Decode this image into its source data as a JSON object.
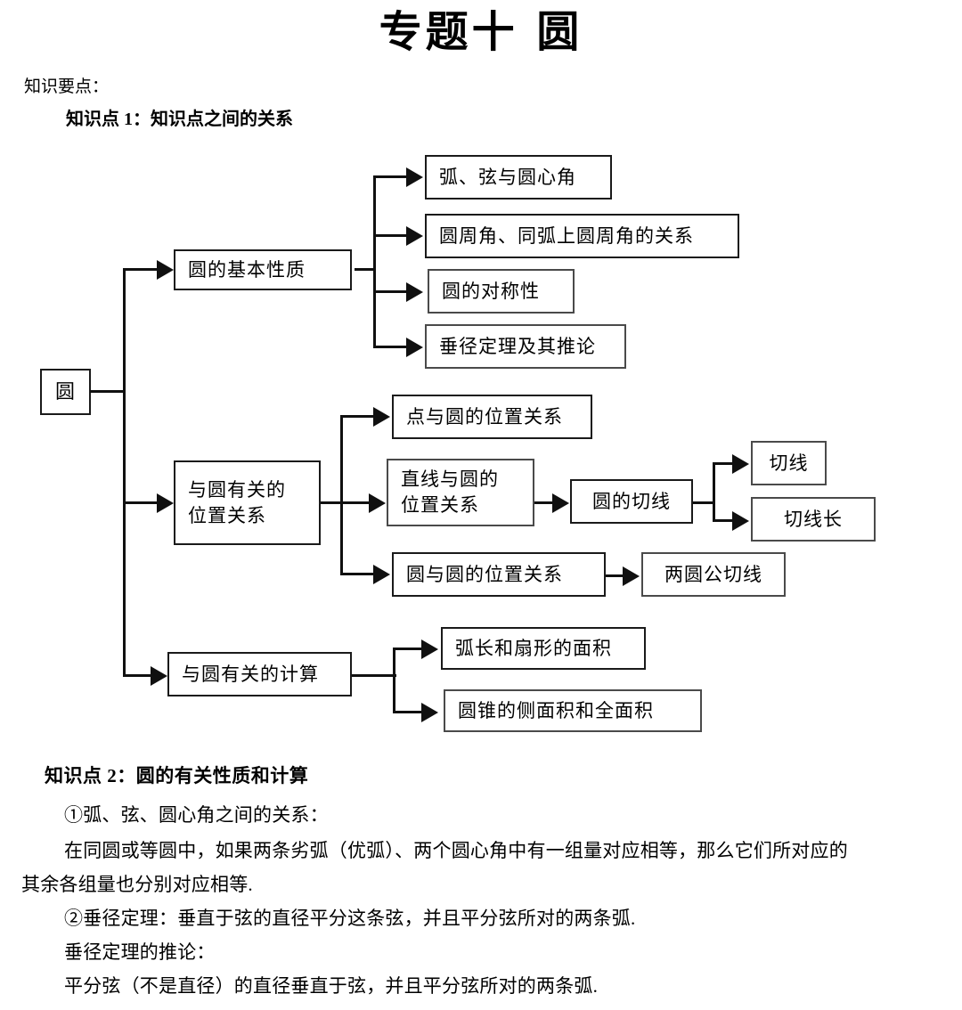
{
  "header": {
    "title": "专题十  圆",
    "lead": "知识要点：",
    "point1_heading": "知识点 1：知识点之间的关系"
  },
  "diagram": {
    "root": "圆",
    "branches": [
      {
        "label": "圆的基本性质",
        "children": [
          "弧、弦与圆心角",
          "圆周角、同弧上圆周角的关系",
          "圆的对称性",
          "垂径定理及其推论"
        ]
      },
      {
        "label": "与圆有关的\n位置关系",
        "children": [
          "点与圆的位置关系",
          "直线与圆的\n位置关系",
          "圆与圆的位置关系"
        ],
        "sub": {
          "tangent": "圆的切线",
          "tangent_children": [
            "切线",
            "切线长"
          ],
          "common_tangent": "两圆公切线"
        }
      },
      {
        "label": "与圆有关的计算",
        "children": [
          "弧长和扇形的面积",
          "圆锥的侧面积和全面积"
        ]
      }
    ]
  },
  "notes": {
    "point2_heading": "知识点 2：圆的有关性质和计算",
    "item1_title": "①弧、弦、圆心角之间的关系：",
    "item1_body_line1": "在同圆或等圆中，如果两条劣弧（优弧）、两个圆心角中有一组量对应相等，那么它们所对应的",
    "item1_body_line2": "其余各组量也分别对应相等.",
    "item2_title": "②垂径定理：垂直于弦的直径平分这条弦，并且平分弦所对的两条弧.",
    "item2_sub": "垂径定理的推论：",
    "item2_body": "平分弦（不是直径）的直径垂直于弦，并且平分弦所对的两条弧."
  }
}
